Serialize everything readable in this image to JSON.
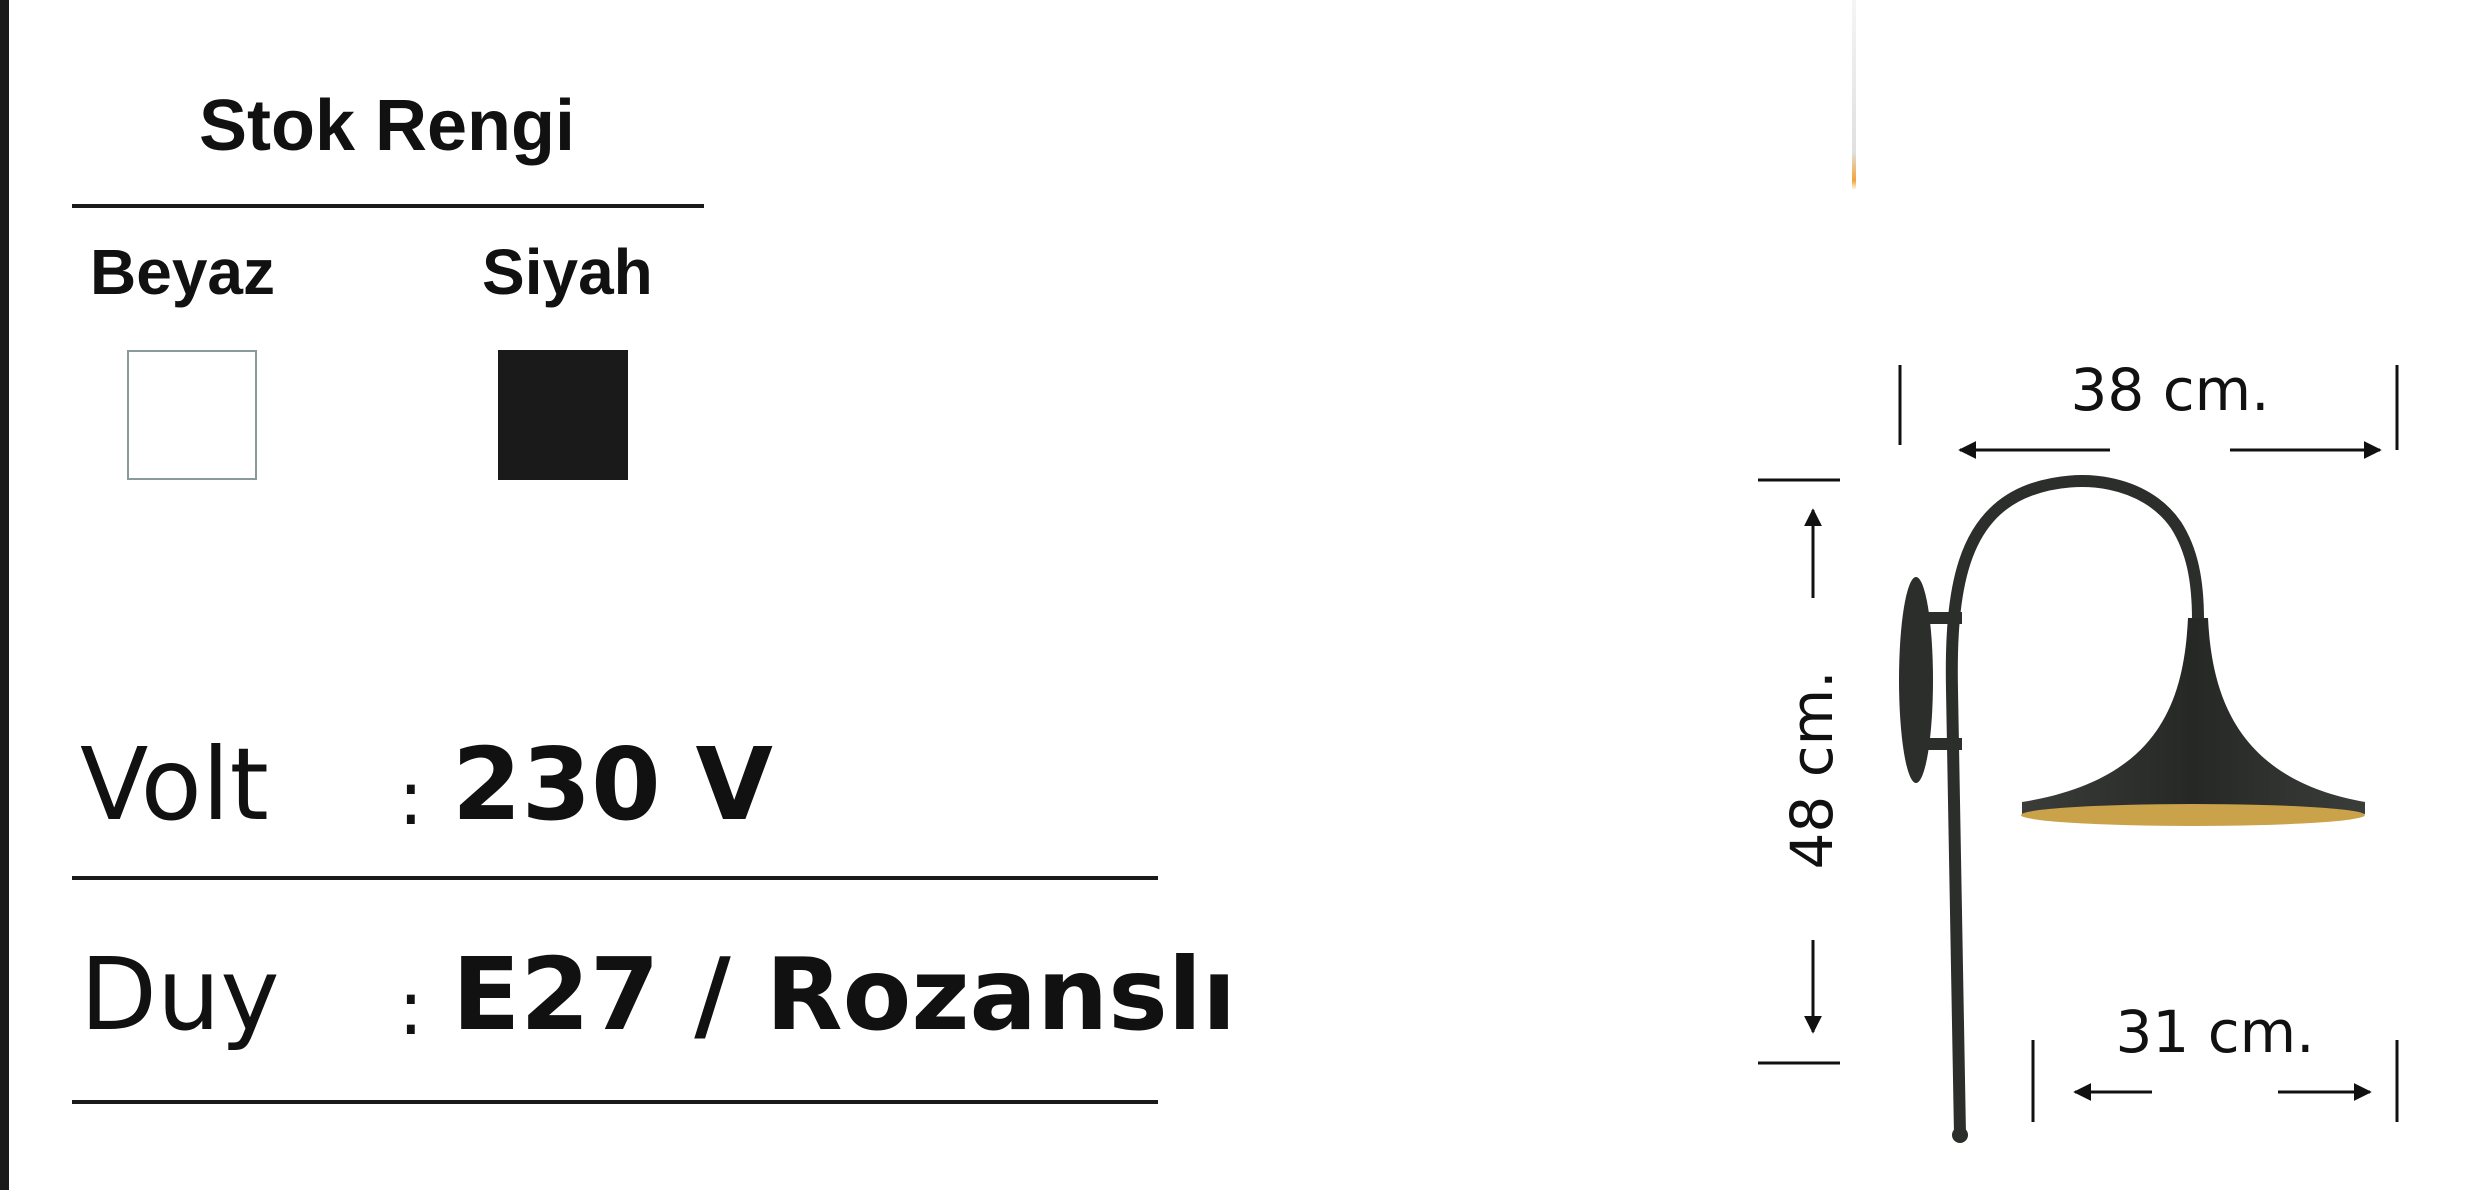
{
  "stock": {
    "title": "Stok Rengi",
    "colors": [
      {
        "name": "Beyaz",
        "hex": "#ffffff"
      },
      {
        "name": "Siyah",
        "hex": "#1a1a1a"
      }
    ]
  },
  "specs": [
    {
      "label": "Volt",
      "colon": ":",
      "value": "230 V"
    },
    {
      "label": "Duy",
      "colon": ":",
      "value": "E27 / Rozanslı"
    }
  ],
  "dimensions": {
    "width_top": "38 cm.",
    "height": "48 cm.",
    "width_bottom": "31 cm."
  },
  "colors": {
    "text": "#111111",
    "lamp_body": "#2b2e2b",
    "lamp_inner": "#c9a24a"
  }
}
